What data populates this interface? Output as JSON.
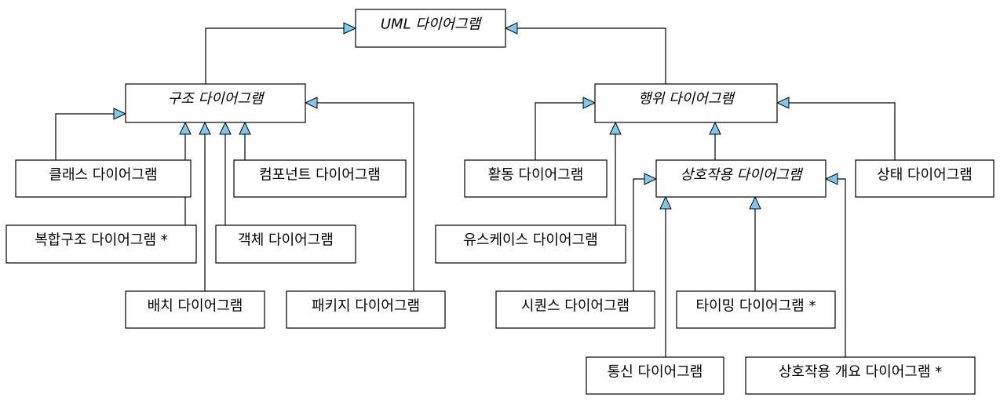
{
  "colors": {
    "line": "#000000",
    "arrow_fill": "#7ec8f0",
    "box_fill": "#ffffff",
    "background": "#ffffff"
  },
  "nodes": {
    "uml": {
      "label": "UML 다이어그램",
      "abstract": true
    },
    "structure": {
      "label": "구조 다이어그램",
      "abstract": true
    },
    "behavior": {
      "label": "행위 다이어그램",
      "abstract": true
    },
    "class": {
      "label": "클래스 다이어그램",
      "abstract": false
    },
    "component": {
      "label": "컴포넌트 다이어그램",
      "abstract": false
    },
    "composite": {
      "label": "복합구조 다이어그램 *",
      "abstract": false
    },
    "object": {
      "label": "객체 다이어그램",
      "abstract": false
    },
    "deployment": {
      "label": "배치 다이어그램",
      "abstract": false
    },
    "package": {
      "label": "패키지 다이어그램",
      "abstract": false
    },
    "activity": {
      "label": "활동 다이어그램",
      "abstract": false
    },
    "interaction": {
      "label": "상호작용 다이어그램",
      "abstract": true
    },
    "state": {
      "label": "상태 다이어그램",
      "abstract": false
    },
    "usecase": {
      "label": "유스케이스 다이어그램",
      "abstract": false
    },
    "sequence": {
      "label": "시퀀스 다이어그램",
      "abstract": false
    },
    "timing": {
      "label": "타이밍 다이어그램 *",
      "abstract": false
    },
    "communication": {
      "label": "통신 다이어그램",
      "abstract": false
    },
    "overview": {
      "label": "상호작용 개요 다이어그램 *",
      "abstract": false
    }
  },
  "edges": [
    {
      "from": "structure",
      "to": "uml"
    },
    {
      "from": "behavior",
      "to": "uml"
    },
    {
      "from": "class",
      "to": "structure"
    },
    {
      "from": "composite",
      "to": "structure"
    },
    {
      "from": "deployment",
      "to": "structure"
    },
    {
      "from": "object",
      "to": "structure"
    },
    {
      "from": "component",
      "to": "structure"
    },
    {
      "from": "package",
      "to": "structure"
    },
    {
      "from": "activity",
      "to": "behavior"
    },
    {
      "from": "usecase",
      "to": "behavior"
    },
    {
      "from": "interaction",
      "to": "behavior"
    },
    {
      "from": "state",
      "to": "behavior"
    },
    {
      "from": "sequence",
      "to": "interaction"
    },
    {
      "from": "communication",
      "to": "interaction"
    },
    {
      "from": "timing",
      "to": "interaction"
    },
    {
      "from": "overview",
      "to": "interaction"
    }
  ]
}
